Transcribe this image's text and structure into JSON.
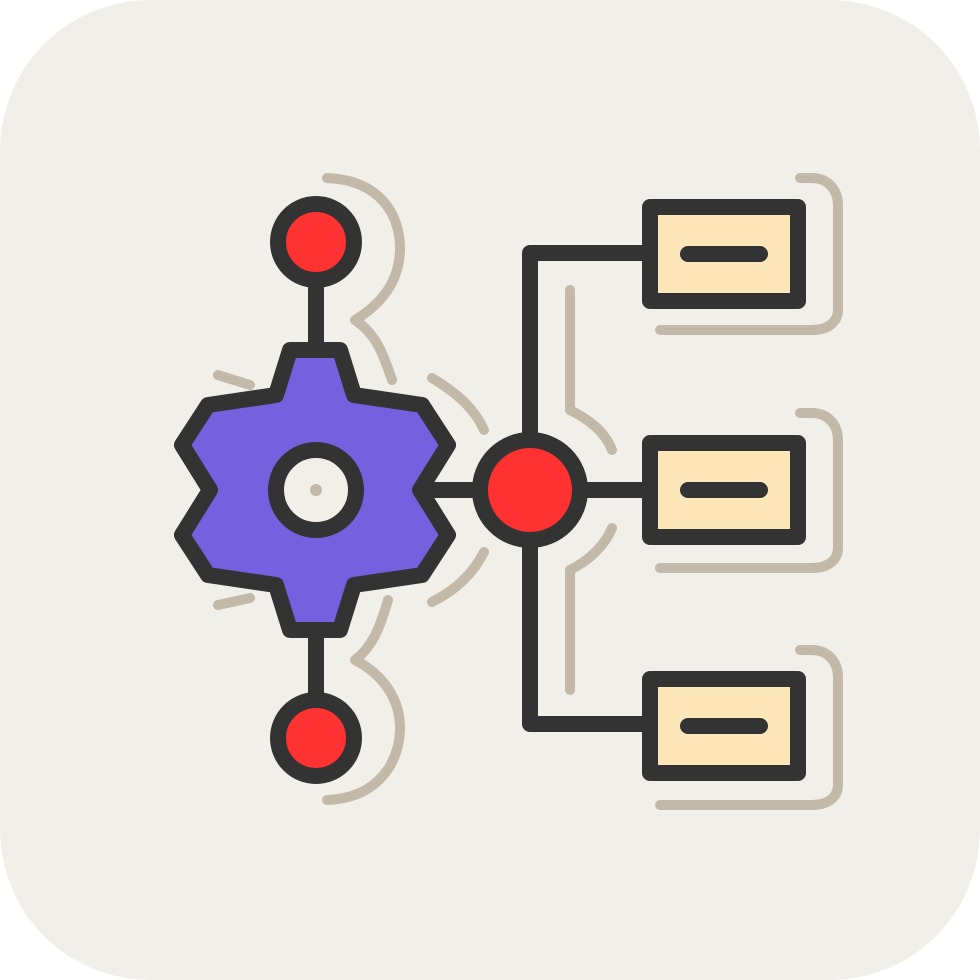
{
  "icon": {
    "name": "workflow-hierarchy-icon",
    "colors": {
      "tile_background": "#f1efe9",
      "outline": "#333333",
      "gear_fill": "#7560e0",
      "node_fill": "#ff3131",
      "box_fill": "#fde6b8",
      "hub_inner_fill": "#f2efe8",
      "shadow": "#c2b9a8"
    },
    "parts": [
      "gear-icon",
      "hub-node",
      "top-node",
      "bottom-node",
      "document-box-top",
      "document-box-middle",
      "document-box-bottom"
    ]
  }
}
